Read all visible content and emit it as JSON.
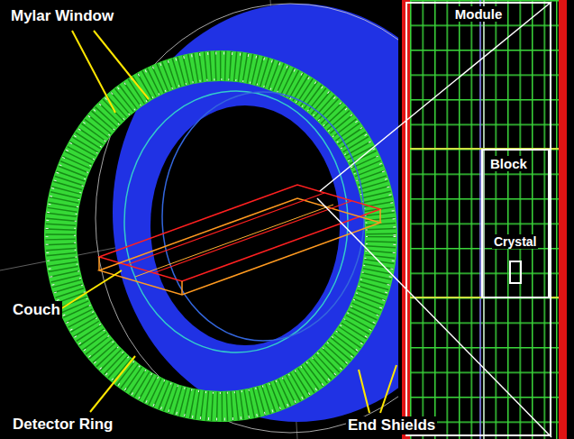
{
  "diagram": {
    "nodes": [
      {
        "text": [
          "Module"
        ]
      },
      {
        "text": [
          "Block"
        ],
        "in": 0
      },
      {
        "text": [
          "Crystal"
        ],
        "in": 1
      }
    ],
    "labels": [
      "Mylar Window",
      "Couch",
      "Detector Ring",
      "End Shields"
    ]
  }
}
